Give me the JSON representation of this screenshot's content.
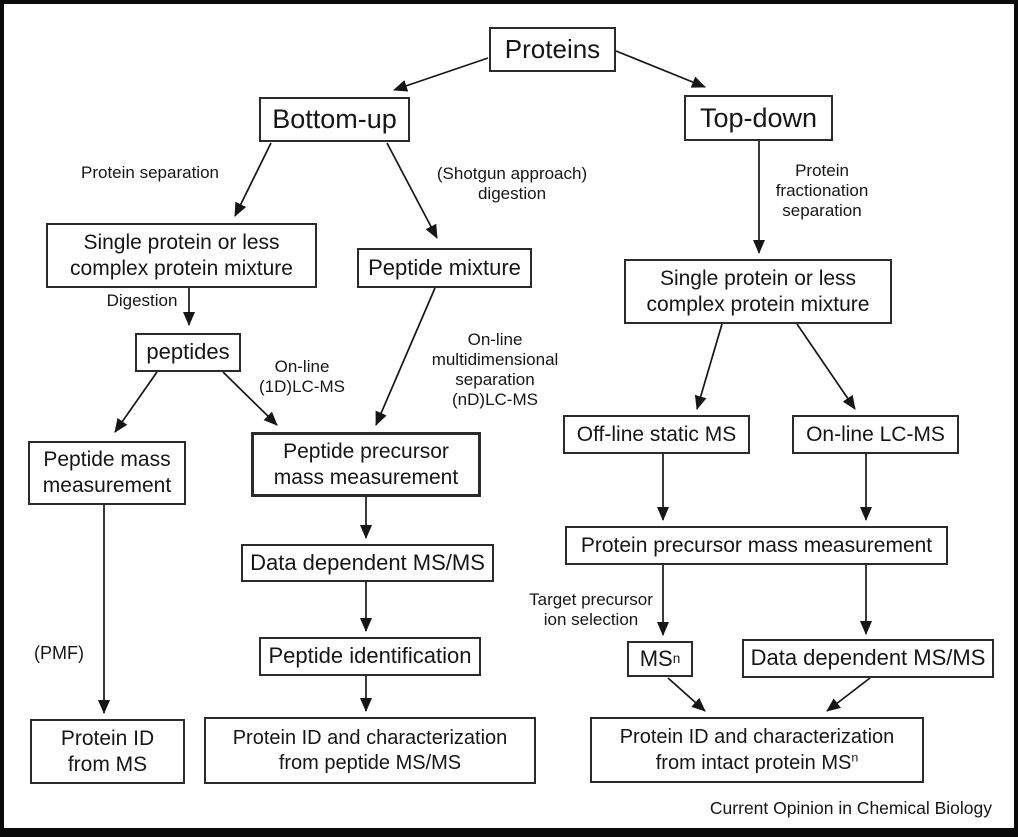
{
  "figure": {
    "credit": "Current Opinion in Chemical Biology"
  },
  "boxes": {
    "proteins": "Proteins",
    "bottom_up": "Bottom-up",
    "top_down": "Top-down",
    "single_protein_left": "Single protein or less\ncomplex protein mixture",
    "peptide_mixture": "Peptide mixture",
    "single_protein_right": "Single protein or less\ncomplex protein mixture",
    "peptides": "peptides",
    "peptide_mass": "Peptide mass\nmeasurement",
    "peptide_precursor": "Peptide precursor\nmass measurement",
    "offline_static_ms": "Off-line static MS",
    "online_lcms": "On-line LC-MS",
    "data_dependent_msms_left": "Data dependent MS/MS",
    "protein_precursor": "Protein precursor mass measurement",
    "peptide_identification": "Peptide identification",
    "msn": {
      "base": "MS",
      "sup": "n"
    },
    "data_dependent_msms_right": "Data dependent MS/MS",
    "protein_id_from_ms": "Protein ID\nfrom MS",
    "protein_id_peptide": "Protein ID and characterization\nfrom peptide MS/MS",
    "protein_id_intact": {
      "line1": "Protein ID and characterization",
      "line2": "from intact protein MS",
      "sup": "n"
    }
  },
  "labels": {
    "protein_separation": "Protein separation",
    "shotgun": "(Shotgun approach)\ndigestion",
    "protein_fractionation": "Protein\nfractionation\nseparation",
    "digestion": "Digestion",
    "online_1d": "On-line\n(1D)LC-MS",
    "online_nd": "On-line\nmultidimensional\nseparation\n(nD)LC-MS",
    "target_precursor": "Target precursor\nion selection",
    "pmf": "(PMF)"
  },
  "edges": [
    {
      "from": "proteins",
      "to": "bottom_up"
    },
    {
      "from": "proteins",
      "to": "top_down"
    },
    {
      "from": "bottom_up",
      "to": "single_protein_left",
      "label": "protein_separation"
    },
    {
      "from": "bottom_up",
      "to": "peptide_mixture",
      "label": "shotgun"
    },
    {
      "from": "single_protein_left",
      "to": "peptides",
      "label": "digestion"
    },
    {
      "from": "peptides",
      "to": "peptide_mass"
    },
    {
      "from": "peptides",
      "to": "peptide_precursor",
      "label": "online_1d"
    },
    {
      "from": "peptide_mixture",
      "to": "peptide_precursor",
      "label": "online_nd"
    },
    {
      "from": "peptide_precursor",
      "to": "data_dependent_msms_left"
    },
    {
      "from": "data_dependent_msms_left",
      "to": "peptide_identification"
    },
    {
      "from": "peptide_identification",
      "to": "protein_id_peptide"
    },
    {
      "from": "peptide_mass",
      "to": "protein_id_from_ms",
      "label": "pmf"
    },
    {
      "from": "top_down",
      "to": "single_protein_right",
      "label": "protein_fractionation"
    },
    {
      "from": "single_protein_right",
      "to": "offline_static_ms"
    },
    {
      "from": "single_protein_right",
      "to": "online_lcms"
    },
    {
      "from": "offline_static_ms",
      "to": "protein_precursor"
    },
    {
      "from": "online_lcms",
      "to": "protein_precursor"
    },
    {
      "from": "protein_precursor",
      "to": "msn",
      "label": "target_precursor"
    },
    {
      "from": "protein_precursor",
      "to": "data_dependent_msms_right"
    },
    {
      "from": "msn",
      "to": "protein_id_intact"
    },
    {
      "from": "data_dependent_msms_right",
      "to": "protein_id_intact"
    }
  ],
  "colors": {
    "ink": "#161616",
    "box_border": "#2b2b2b",
    "background": "#ffffff",
    "frame": "#0a0a0a"
  }
}
